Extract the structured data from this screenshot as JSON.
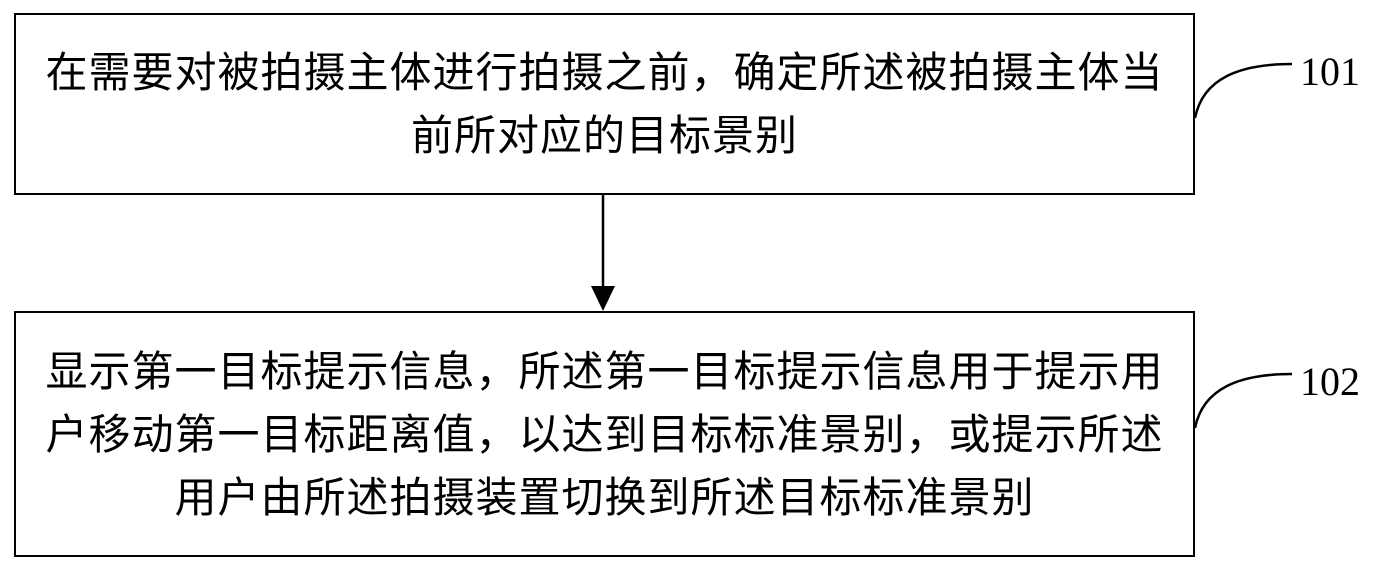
{
  "steps": [
    {
      "id": "101",
      "text": "在需要对被拍摄主体进行拍摄之前，确定所述被拍摄主体当前所对应的目标景别"
    },
    {
      "id": "102",
      "text": "显示第一目标提示信息，所述第一目标提示信息用于提示用户移动第一目标距离值，以达到目标标准景别，或提示所述用户由所述拍摄装置切换到所述目标标准景别"
    }
  ]
}
